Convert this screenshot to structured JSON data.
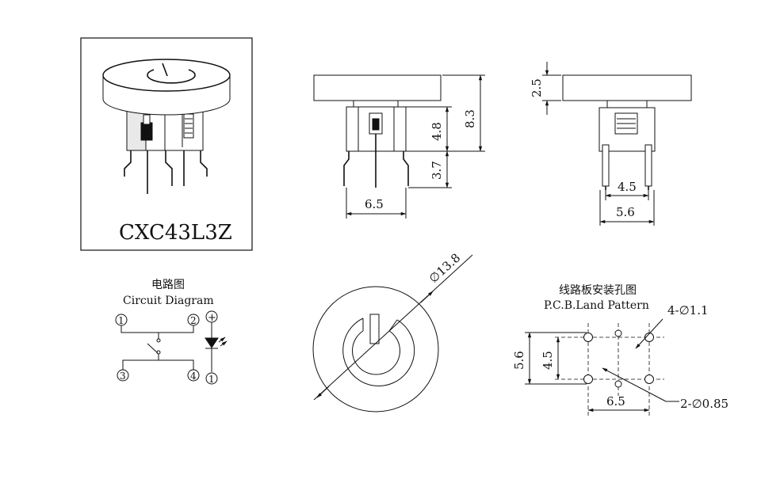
{
  "model": "CXC43L3Z",
  "dims": {
    "height_total": "8.3",
    "height_body": "4.8",
    "height_pin": "3.7",
    "width_front": "6.5",
    "cap_height": "2.5",
    "width_side_inner": "4.5",
    "width_side_outer": "5.6",
    "diameter": "∅13.8"
  },
  "circuit": {
    "title_cn": "电路图",
    "title_en": "Circuit Diagram",
    "pin1": "1",
    "pin2": "2",
    "pin3": "3",
    "pin4": "4",
    "led_plus": "+",
    "led_minus": "1"
  },
  "pcb": {
    "title_cn": "线路板安装孔图",
    "title_en": "P.C.B.Land Pattern",
    "hole_large": "4-∅1.1",
    "hole_small": "2-∅0.85",
    "dim_h_outer": "5.6",
    "dim_h_inner": "4.5",
    "dim_w": "6.5"
  }
}
